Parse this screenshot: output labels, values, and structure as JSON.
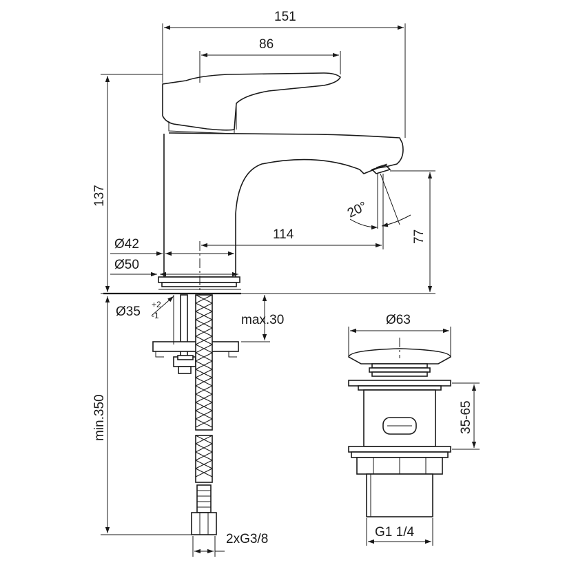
{
  "drawing": {
    "dimensions": {
      "overall_width": "151",
      "lever_length": "86",
      "overall_height": "137",
      "spout_reach": "114",
      "base_diameter_42": "Ø42",
      "base_diameter_50": "Ø50",
      "mount_hole": "Ø35",
      "mount_hole_tol_upper": "+2",
      "mount_hole_tol_lower": "-1",
      "max_thickness": "max.30",
      "hose_length": "min.350",
      "spout_height": "77",
      "spout_angle": "20°",
      "hose_connection": "2xG3/8",
      "waste_diameter": "Ø63",
      "waste_range": "35-65",
      "waste_thread": "G1 1/4"
    }
  }
}
